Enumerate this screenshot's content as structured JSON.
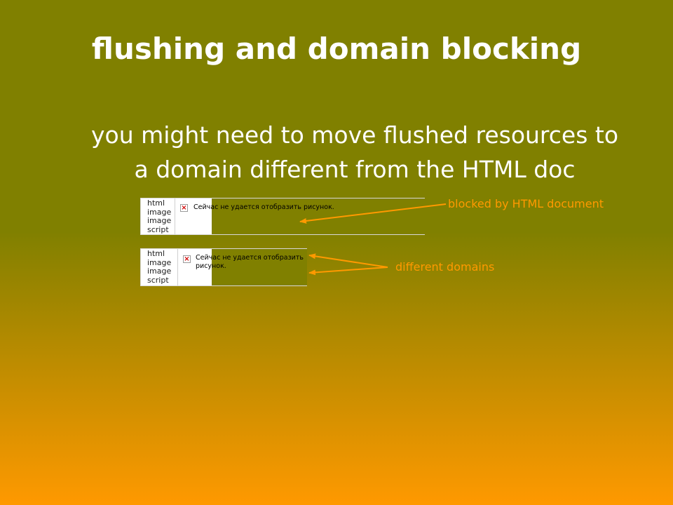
{
  "slide": {
    "title": "flushing and domain blocking",
    "body_line_1": "you might need to move flushed resources to",
    "body_line_2": "a domain different from the HTML doc"
  },
  "waterfall_1": {
    "rows": [
      "html",
      "image",
      "image",
      "script"
    ],
    "broken_image_text": "Сейчас не удается отобразить рисунок."
  },
  "waterfall_2": {
    "rows": [
      "html",
      "image",
      "image",
      "script"
    ],
    "broken_image_text_1": "Сейчас не удается отобразить",
    "broken_image_text_2": "рисунок."
  },
  "callouts": {
    "blocked": "blocked by HTML document",
    "different": "different domains"
  },
  "colors": {
    "background_top": "#808000",
    "background_bottom": "#ff9900",
    "text": "#ffffff",
    "callout": "#ff9900"
  }
}
